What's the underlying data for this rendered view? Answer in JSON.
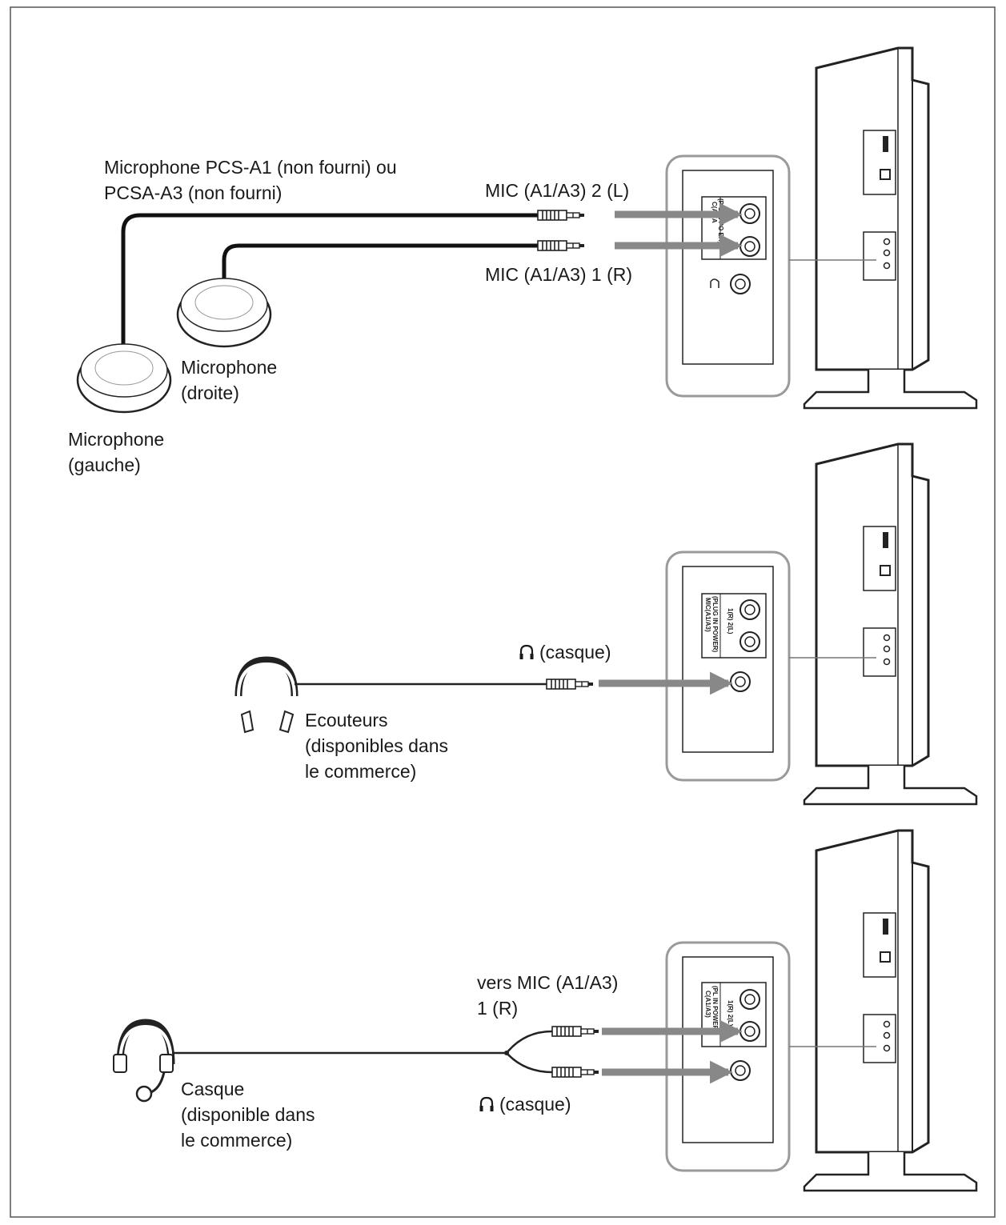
{
  "panel1": {
    "mic_model_line1": "Microphone PCS-A1 (non fourni) ou",
    "mic_model_line2": "PCSA-A3 (non fourni)",
    "mic2_label": "MIC (A1/A3) 2 (L)",
    "mic1_label": "MIC (A1/A3) 1 (R)",
    "mic_right_line1": "Microphone",
    "mic_right_line2": "(droite)",
    "mic_left_line1": "Microphone",
    "mic_left_line2": "(gauche)",
    "panel_text_top": "C(A1/A",
    "panel_text_bottom": "(P G IN PO ER)"
  },
  "panel2": {
    "headphone_jack_label": "(casque)",
    "earphones_line1": "Ecouteurs",
    "earphones_line2": "(disponibles dans",
    "earphones_line3": "le commerce)",
    "panel_text_top": "MIC(A1/A3)",
    "panel_text_mid": "(PLUG IN POWER)",
    "panel_text_bottom": "1(R) 2(L)"
  },
  "panel3": {
    "mic_target_line1": "vers MIC (A1/A3)",
    "mic_target_line2": "1 (R)",
    "headphone_jack_label": "(casque)",
    "headset_line1": "Casque",
    "headset_line2": "(disponible dans",
    "headset_line3": "le commerce)",
    "panel_text_top": "C(A1/A3)",
    "panel_text_mid": "(PL IN POWER)",
    "panel_text_bottom": "1(R) 2(L)"
  },
  "colors": {
    "arrow": "#888888",
    "line": "#1a1a1a",
    "frame": "#555555"
  },
  "icons": [
    "headphone-icon",
    "microphone-icon",
    "headset-icon",
    "earphones-icon",
    "monitor-icon"
  ]
}
